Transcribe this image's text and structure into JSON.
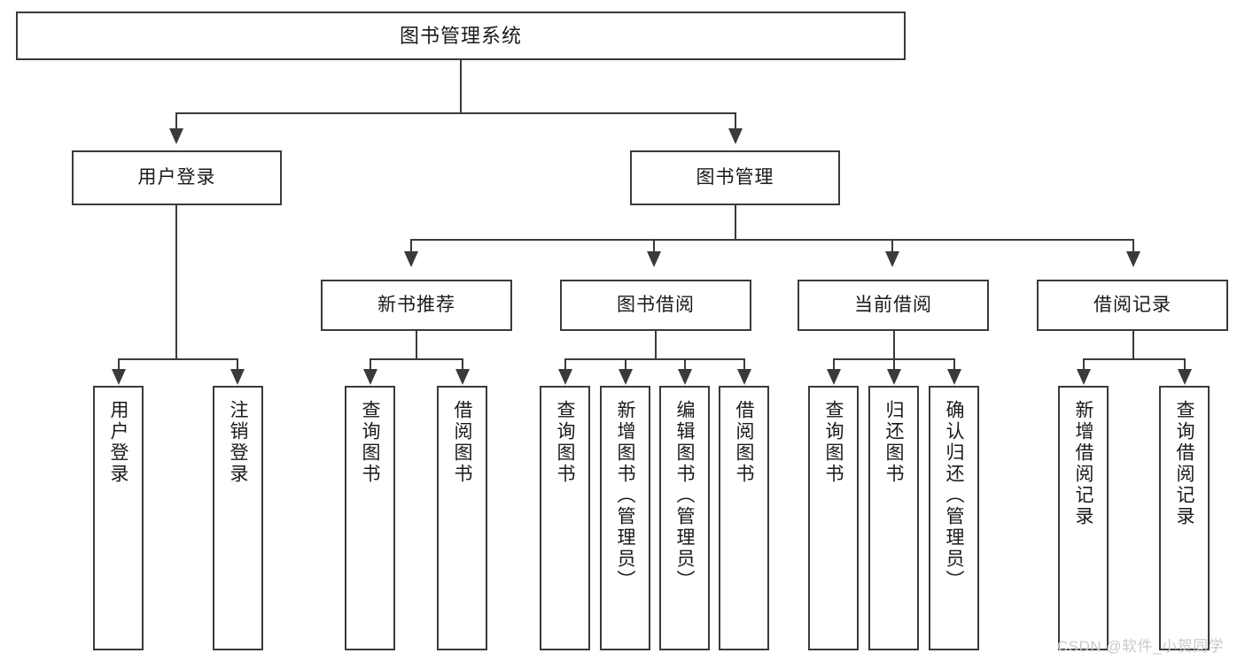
{
  "diagram": {
    "title": "图书管理系统",
    "type": "hierarchy-tree",
    "watermark": "CSDN @软件_小贺同学",
    "colors": {
      "stroke": "#3a3a3a",
      "background": "#ffffff",
      "text": "#1a1a1a",
      "watermark": "#c9c9c9"
    },
    "nodes": {
      "root": {
        "label": "图书管理系统"
      },
      "level1": [
        {
          "label": "用户登录"
        },
        {
          "label": "图书管理"
        }
      ],
      "level2": [
        {
          "label": "新书推荐"
        },
        {
          "label": "图书借阅"
        },
        {
          "label": "当前借阅"
        },
        {
          "label": "借阅记录"
        }
      ],
      "leaves": {
        "user_login": [
          {
            "label": "用户登录"
          },
          {
            "label": "注销登录"
          }
        ],
        "new_book_recommend": [
          {
            "label": "查询图书"
          },
          {
            "label": "借阅图书"
          }
        ],
        "book_borrow": [
          {
            "label": "查询图书"
          },
          {
            "label": "新增图书（管理员）"
          },
          {
            "label": "编辑图书（管理员）"
          },
          {
            "label": "借阅图书"
          }
        ],
        "current_borrow": [
          {
            "label": "查询图书"
          },
          {
            "label": "归还图书"
          },
          {
            "label": "确认归还（管理员）"
          }
        ],
        "borrow_record": [
          {
            "label": "新增借阅记录"
          },
          {
            "label": "查询借阅记录"
          }
        ]
      }
    }
  }
}
